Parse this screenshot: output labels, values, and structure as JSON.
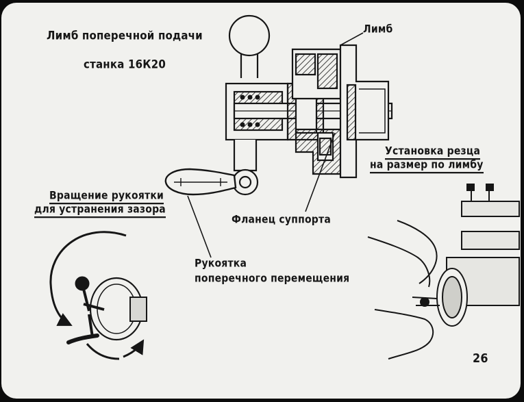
{
  "title": {
    "line1": "Лимб поперечной подачи",
    "line2": "станка 16К20"
  },
  "labels": {
    "limb": "Лимб",
    "setup_line1": "Установка резца",
    "setup_line2": "на размер по лимбу",
    "rotation_line1": "Вращение рукоятки",
    "rotation_line2": "для устранения зазора",
    "flange": "Фланец суппорта",
    "handle_line1": "Рукоятка",
    "handle_line2": "поперечного перемещения"
  },
  "page_number": "26",
  "colors": {
    "ink": "#161616",
    "paper": "#f1f1ee",
    "frame": "#0c0c0c"
  }
}
